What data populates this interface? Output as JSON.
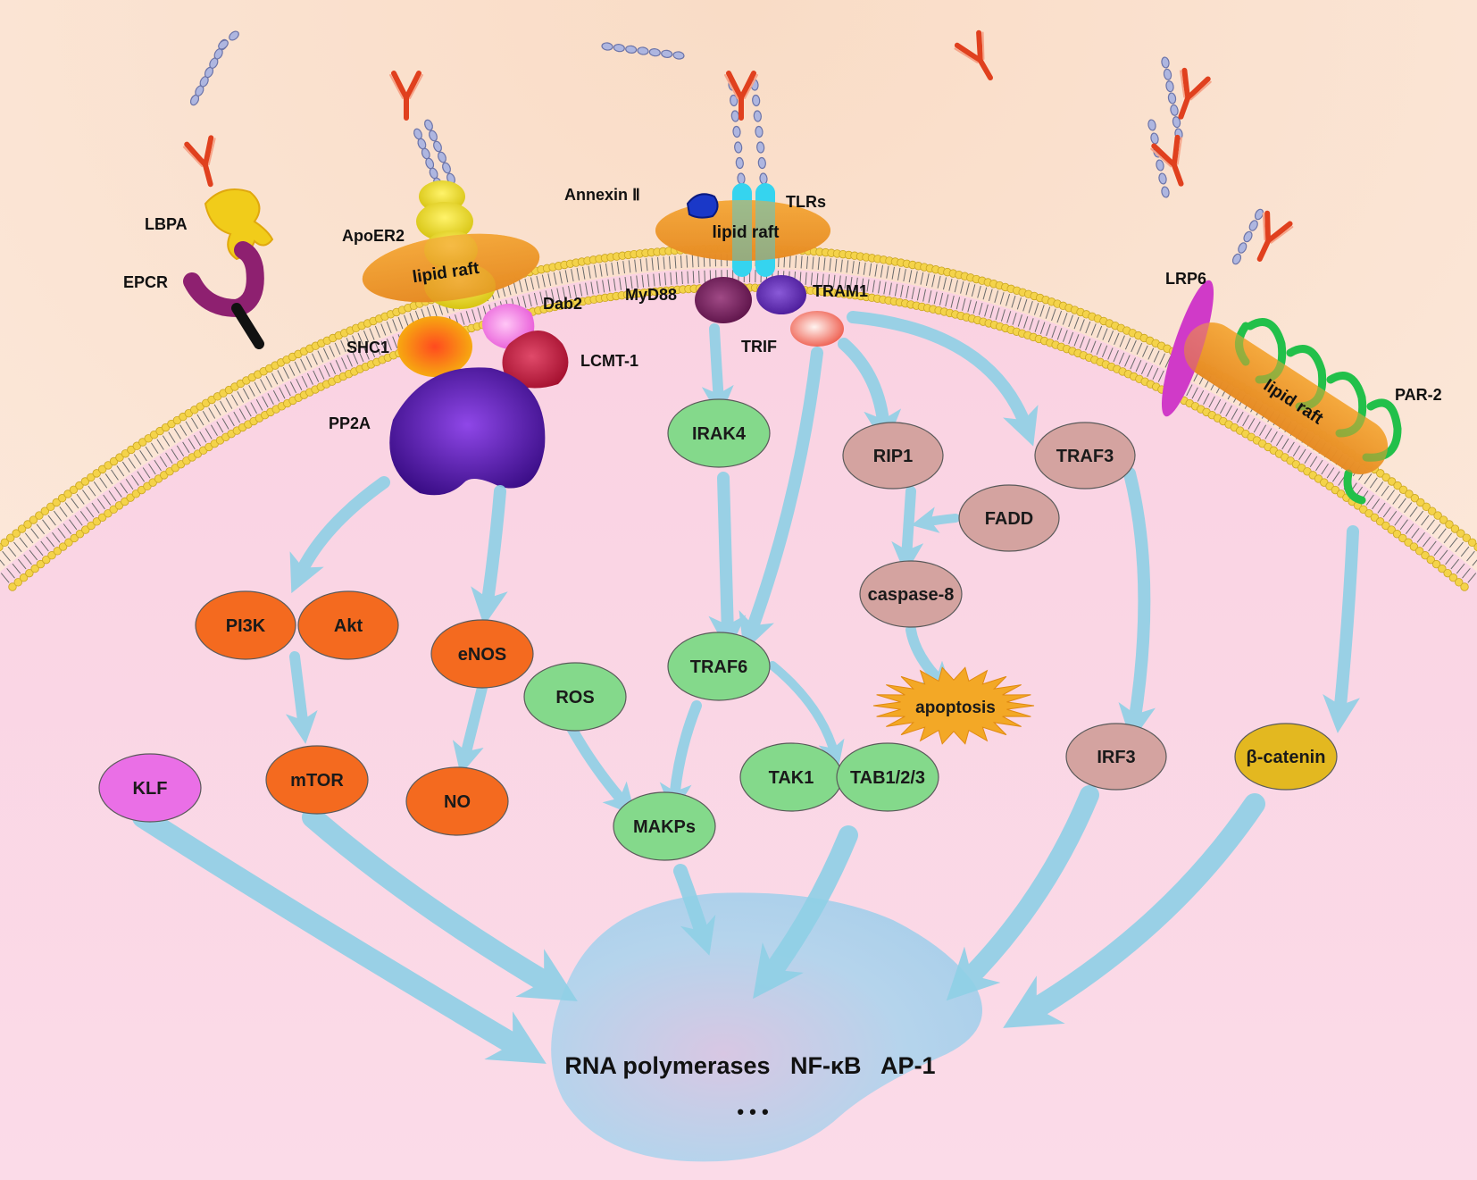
{
  "receptors": {
    "lbpa": "LBPA",
    "epcr": "EPCR",
    "apoer2": "ApoER2",
    "annexin": "Annexin Ⅱ",
    "tlrs": "TLRs",
    "lrp6": "LRP6",
    "par2": "PAR-2"
  },
  "raft": {
    "left": "lipid raft",
    "middle": "lipid raft",
    "right": "lipid raft"
  },
  "adaptors": {
    "shc1": "SHC1",
    "dab2": "Dab2",
    "lcmt1": "LCMT-1",
    "pp2a": "PP2A",
    "myd88": "MyD88",
    "tram1": "TRAM1",
    "trif": "TRIF"
  },
  "nodes": {
    "pi3k": "PI3K",
    "akt": "Akt",
    "enos": "eNOS",
    "mtor": "mTOR",
    "no": "NO",
    "klf": "KLF",
    "ros": "ROS",
    "irak4": "IRAK4",
    "traf6": "TRAF6",
    "makps": "MAKPs",
    "tak1": "TAK1",
    "tab123": "TAB1/2/3",
    "rip1": "RIP1",
    "fadd": "FADD",
    "caspase8": "caspase-8",
    "apoptosis": "apoptosis",
    "traf3": "TRAF3",
    "irf3": "IRF3",
    "betacatenin": "β-catenin"
  },
  "nucleus": {
    "label": "RNA polymerases   NF-κB   AP-1",
    "ellipsis": "• • •"
  },
  "colors": {
    "extracellular": "#fbe3d2",
    "cytoplasm": "#fbd9e6",
    "orange_node": "#f46a1f",
    "green_node": "#84d98b",
    "mauve_node": "#d4a3a0",
    "klf_node": "#ea6fe6",
    "catenin_node": "#e3b820",
    "arrow": "#8fd0e6",
    "raft": "#f19a35",
    "nucleus": "#b7d4ec"
  }
}
